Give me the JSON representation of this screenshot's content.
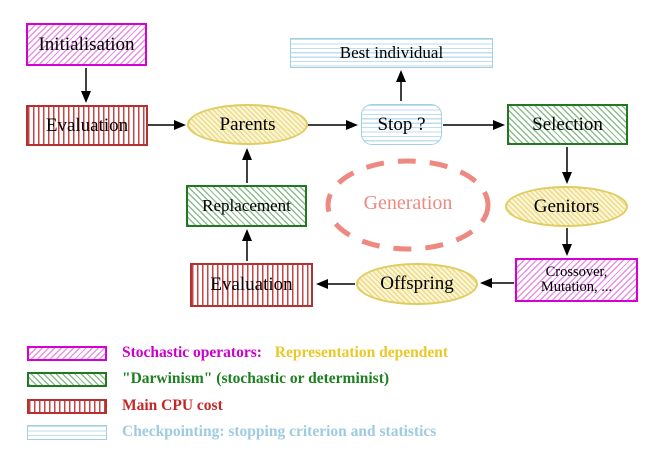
{
  "nodes": {
    "initialisation": {
      "label": "Initialisation"
    },
    "evaluation_top": {
      "label": "Evaluation"
    },
    "parents": {
      "label": "Parents"
    },
    "best_individual": {
      "label": "Best individual"
    },
    "stop": {
      "label": "Stop ?"
    },
    "selection": {
      "label": "Selection"
    },
    "genitors": {
      "label": "Genitors"
    },
    "crossover_mutation": {
      "label_line1": "Crossover,",
      "label_line2": "Mutation, ..."
    },
    "offspring": {
      "label": "Offspring"
    },
    "evaluation_bottom": {
      "label": "Evaluation"
    },
    "replacement": {
      "label": "Replacement"
    },
    "generation": {
      "label": "Generation"
    }
  },
  "legend": {
    "items": [
      {
        "swatch": "magenta-hatch",
        "label": "Stochastic operators:",
        "label_color": "#cc00cc",
        "label_suffix": "Representation dependent",
        "suffix_color": "#e9c829"
      },
      {
        "swatch": "green-hatch",
        "label": "\"Darwinism\" (stochastic or determinist)",
        "label_color": "#1e8020"
      },
      {
        "swatch": "red-stripes",
        "label": "Main CPU cost",
        "label_color": "#c42727"
      },
      {
        "swatch": "cyan-stripes",
        "label": "Checkpointing: stopping criterion and statistics",
        "label_color": "#9fcbe1"
      }
    ]
  },
  "colors": {
    "magenta": "#d400d4",
    "green": "#217821",
    "red": "#b53030",
    "cyan": "#a2cfe2",
    "yellow": "#e0cd62",
    "generation_pink": "#ee8981",
    "arrow": "#000000",
    "background": "#ffffff"
  }
}
